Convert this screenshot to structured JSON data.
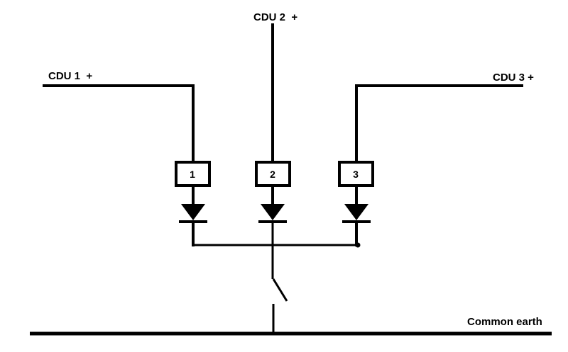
{
  "diagram": {
    "type": "schematic",
    "labels": {
      "cdu1": "CDU 1  +",
      "cdu2": "CDU 2  +",
      "cdu3": "CDU 3 +",
      "common_earth": "Common earth"
    },
    "fuses": [
      {
        "label": "1"
      },
      {
        "label": "2"
      },
      {
        "label": "3"
      }
    ],
    "icons": [
      "diode-1-icon",
      "diode-2-icon",
      "diode-3-icon",
      "switch-icon",
      "junction-dot-icon"
    ],
    "colors": {
      "line": "#000000",
      "background": "#ffffff"
    }
  }
}
